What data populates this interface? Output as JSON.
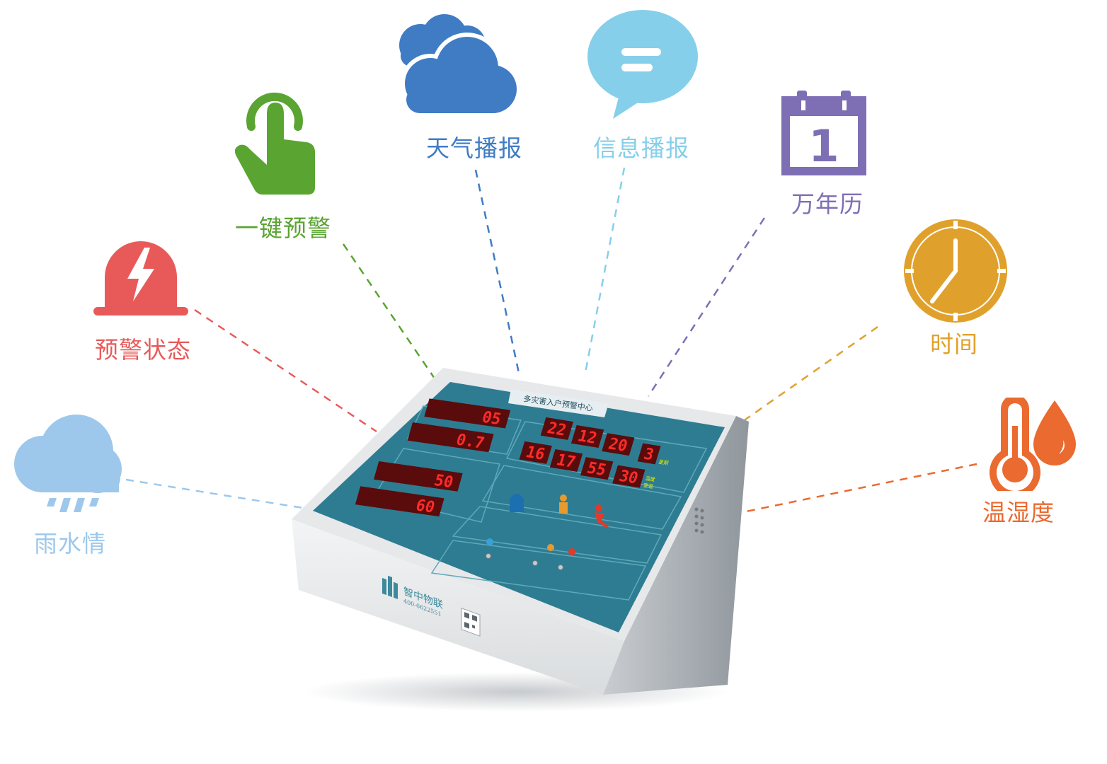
{
  "features": {
    "rain": {
      "label": "雨水情",
      "icon": "rain-cloud-icon",
      "color": "#9dc8ec"
    },
    "warning_status": {
      "label": "预警状态",
      "icon": "alarm-light-icon",
      "color": "#e85a5a"
    },
    "one_key_alert": {
      "label": "一键预警",
      "icon": "hand-tap-icon",
      "color": "#5aa432"
    },
    "weather_broadcast": {
      "label": "天气播报",
      "icon": "cloud-icon",
      "color": "#3f7cc4"
    },
    "info_broadcast": {
      "label": "信息播报",
      "icon": "speech-bubble-icon",
      "color": "#86cfea"
    },
    "calendar": {
      "label": "万年历",
      "icon": "calendar-icon",
      "calendar_day": "1",
      "color": "#7e6fb5"
    },
    "time": {
      "label": "时间",
      "icon": "clock-icon",
      "color": "#e0a12c"
    },
    "temp_humidity": {
      "label": "温湿度",
      "icon": "thermometer-drop-icon",
      "color": "#ea6a2f"
    }
  },
  "device": {
    "panel_title": "多灾害入户预警中心",
    "readouts": {
      "left_top": "05",
      "left_second": "0.7",
      "left_third": "50",
      "left_fourth": "60",
      "date_year": "22",
      "date_month": "12",
      "date_day": "20",
      "weekday": "3",
      "clock_hour": "16",
      "clock_minute": "17",
      "clock_second": "55",
      "temperature": "30"
    },
    "tiny_labels": {
      "weekday_unit": "星期",
      "temp_unit": "温度",
      "humidity_unit": "室温"
    },
    "brand": {
      "name": "智中物联",
      "phone": "400-6622551"
    }
  }
}
